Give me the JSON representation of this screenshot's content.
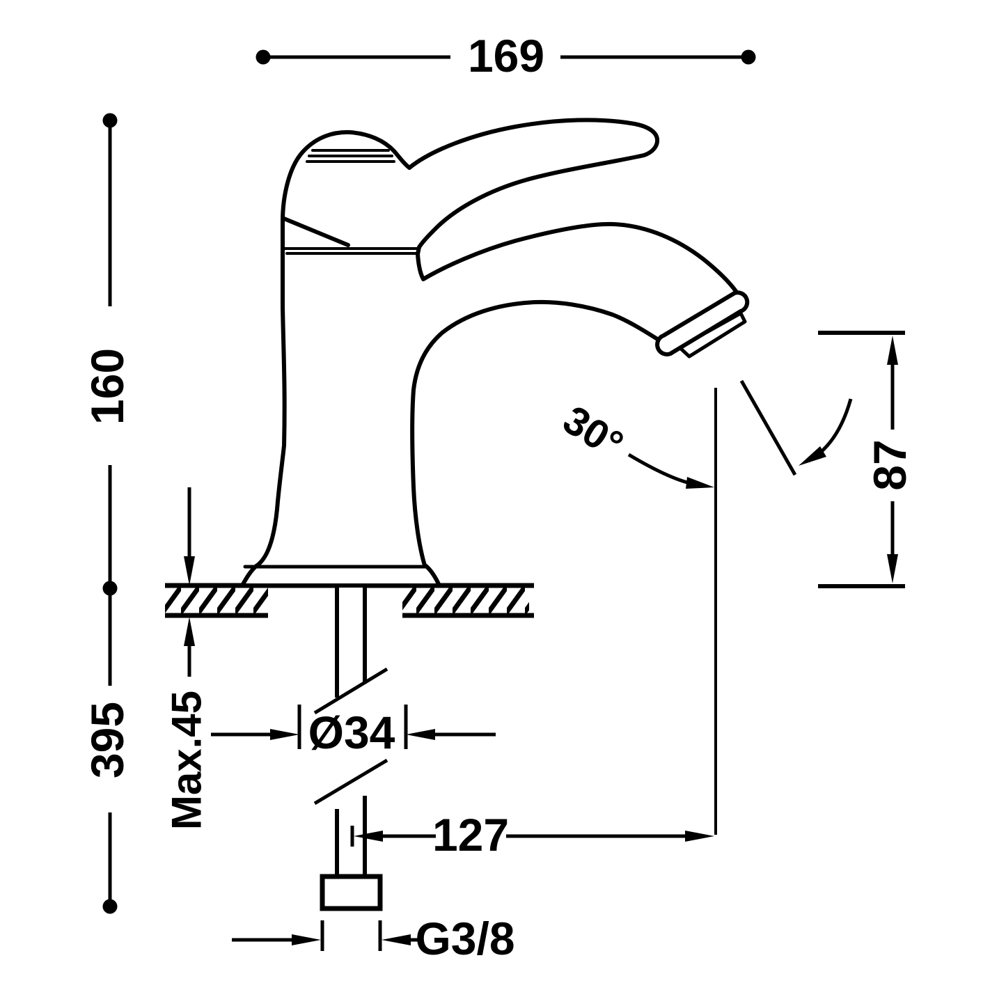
{
  "drawing": {
    "type": "faucet-dimensional-drawing",
    "colors": {
      "line": "#000000",
      "background": "#ffffff"
    },
    "dimensions": {
      "total_width": "169",
      "height_above_counter": "160",
      "height_below_counter": "395",
      "countertop_thickness": "Max.45",
      "shank_diameter": "Ø34",
      "spout_reach": "127",
      "outlet_height": "87",
      "flow_angle": "30°",
      "connection_thread": "G3/8"
    }
  }
}
